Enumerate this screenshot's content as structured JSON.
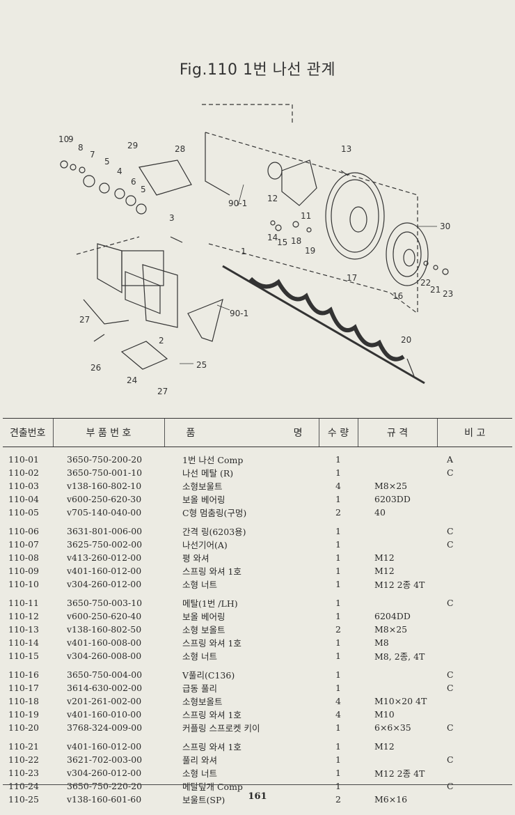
{
  "figure": {
    "title": "Fig.110 1번 나선 관계"
  },
  "callouts": [
    "10",
    "9",
    "8",
    "7",
    "5",
    "4",
    "6",
    "5",
    "29",
    "28",
    "3",
    "13",
    "12",
    "11",
    "90-1",
    "14",
    "15",
    "18",
    "19",
    "30",
    "1",
    "17",
    "22",
    "21",
    "23",
    "16",
    "90-1",
    "27",
    "20",
    "26",
    "24",
    "25",
    "27",
    "2"
  ],
  "table": {
    "headers": {
      "no": "견출번호",
      "part_no": "부 품 번 호",
      "name_left": "품",
      "name_right": "명",
      "qty": "수 량",
      "spec": "규 격",
      "note": "비 고"
    },
    "rows": [
      {
        "no": "110-01",
        "part": "3650-750-200-20",
        "name": "1번 나선 Comp",
        "qty": "1",
        "spec": "",
        "note": "A"
      },
      {
        "no": "110-02",
        "part": "3650-750-001-10",
        "name": "나선 메탈 (R)",
        "qty": "1",
        "spec": "",
        "note": "C"
      },
      {
        "no": "110-03",
        "part": "v138-160-802-10",
        "name": "소형보울트",
        "qty": "4",
        "spec": "M8×25",
        "note": ""
      },
      {
        "no": "110-04",
        "part": "v600-250-620-30",
        "name": "보올 베어링",
        "qty": "1",
        "spec": "6203DD",
        "note": ""
      },
      {
        "no": "110-05",
        "part": "v705-140-040-00",
        "name": "C형 멈춤링(구멍)",
        "qty": "2",
        "spec": "40",
        "note": ""
      },
      {
        "no": "110-06",
        "part": "3631-801-006-00",
        "name": "간격 링(6203용)",
        "qty": "1",
        "spec": "",
        "note": "C"
      },
      {
        "no": "110-07",
        "part": "3625-750-002-00",
        "name": "나선기어(A)",
        "qty": "1",
        "spec": "",
        "note": "C"
      },
      {
        "no": "110-08",
        "part": "v413-260-012-00",
        "name": "평 와셔",
        "qty": "1",
        "spec": "M12",
        "note": ""
      },
      {
        "no": "110-09",
        "part": "v401-160-012-00",
        "name": "스프링 와셔 1호",
        "qty": "1",
        "spec": "M12",
        "note": ""
      },
      {
        "no": "110-10",
        "part": "v304-260-012-00",
        "name": "소형 너트",
        "qty": "1",
        "spec": "M12 2종 4T",
        "note": ""
      },
      {
        "no": "110-11",
        "part": "3650-750-003-10",
        "name": "메탈(1번 /LH)",
        "qty": "1",
        "spec": "",
        "note": "C"
      },
      {
        "no": "110-12",
        "part": "v600-250-620-40",
        "name": "보올 베어링",
        "qty": "1",
        "spec": "6204DD",
        "note": ""
      },
      {
        "no": "110-13",
        "part": "v138-160-802-50",
        "name": "소형 보올트",
        "qty": "2",
        "spec": "M8×25",
        "note": ""
      },
      {
        "no": "110-14",
        "part": "v401-160-008-00",
        "name": "스프링 와셔 1호",
        "qty": "1",
        "spec": "M8",
        "note": ""
      },
      {
        "no": "110-15",
        "part": "v304-260-008-00",
        "name": "소형 너트",
        "qty": "1",
        "spec": "M8, 2종, 4T",
        "note": ""
      },
      {
        "no": "110-16",
        "part": "3650-750-004-00",
        "name": "V풀리(C136)",
        "qty": "1",
        "spec": "",
        "note": "C"
      },
      {
        "no": "110-17",
        "part": "3614-630-002-00",
        "name": "급동 풀리",
        "qty": "1",
        "spec": "",
        "note": "C"
      },
      {
        "no": "110-18",
        "part": "v201-261-002-00",
        "name": "소형보올트",
        "qty": "4",
        "spec": "M10×20 4T",
        "note": ""
      },
      {
        "no": "110-19",
        "part": "v401-160-010-00",
        "name": "스프링 와셔 1호",
        "qty": "4",
        "spec": "M10",
        "note": ""
      },
      {
        "no": "110-20",
        "part": "3768-324-009-00",
        "name": "커플링 스프로켓 키이",
        "qty": "1",
        "spec": "6×6×35",
        "note": "C"
      },
      {
        "no": "110-21",
        "part": "v401-160-012-00",
        "name": "스프링 와셔 1호",
        "qty": "1",
        "spec": "M12",
        "note": ""
      },
      {
        "no": "110-22",
        "part": "3621-702-003-00",
        "name": "풀리 와셔",
        "qty": "1",
        "spec": "",
        "note": "C"
      },
      {
        "no": "110-23",
        "part": "v304-260-012-00",
        "name": "소형 너트",
        "qty": "1",
        "spec": "M12 2종 4T",
        "note": ""
      },
      {
        "no": "110-24",
        "part": "3650-750-220-20",
        "name": "메탈덮개 Comp",
        "qty": "1",
        "spec": "",
        "note": "C"
      },
      {
        "no": "110-25",
        "part": "v138-160-601-60",
        "name": "보울트(SP)",
        "qty": "2",
        "spec": "M6×16",
        "note": ""
      }
    ]
  },
  "page_number": "161"
}
